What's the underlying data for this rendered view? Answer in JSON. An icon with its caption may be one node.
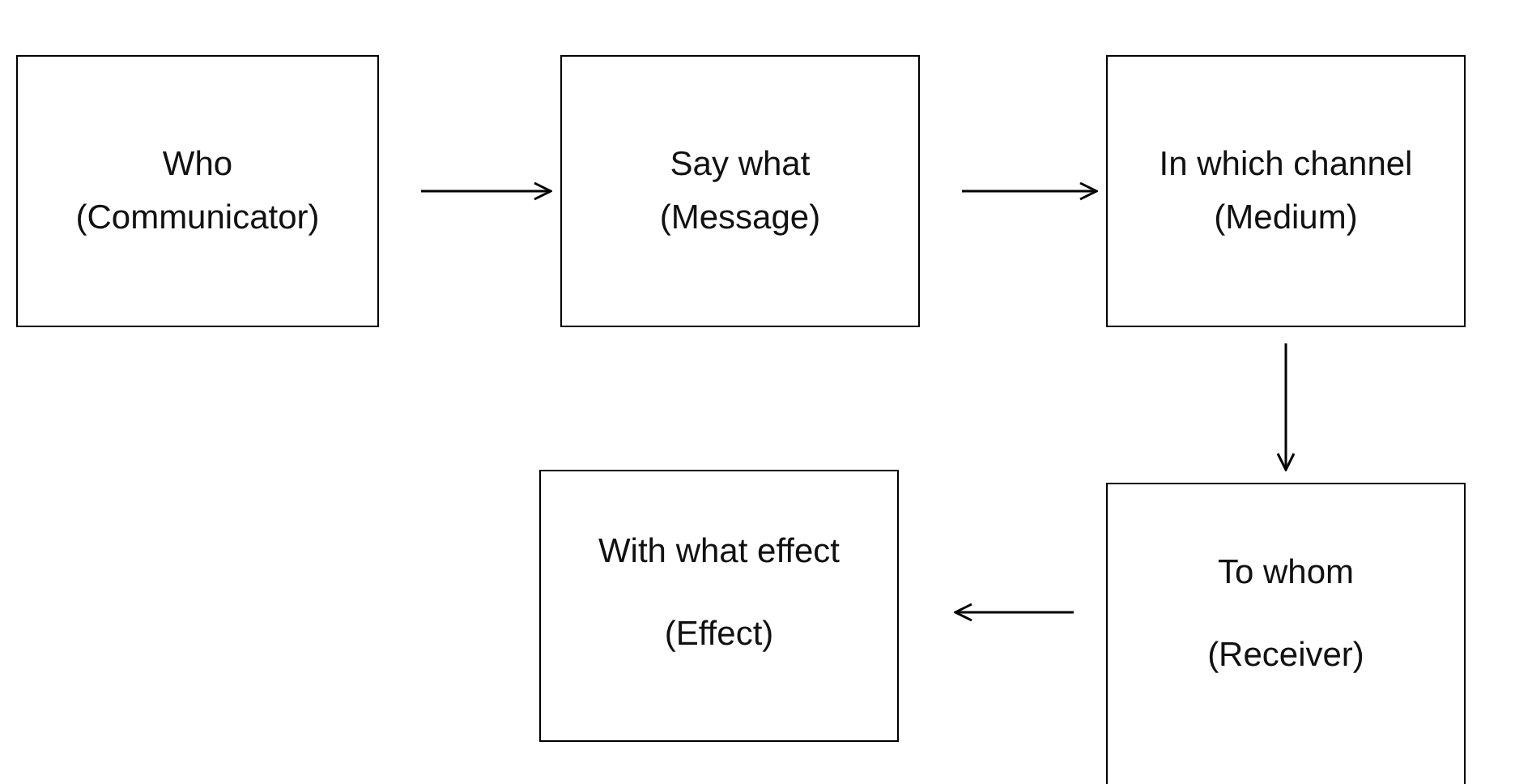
{
  "diagram": {
    "nodes": [
      {
        "text": [
          "Who",
          "(Communicator)"
        ]
      },
      {
        "text": [
          "Say what",
          "(Message)"
        ]
      },
      {
        "text": [
          "In which channel",
          "(Medium)"
        ]
      },
      {
        "text": [
          "With what effect",
          "(Effect)"
        ]
      },
      {
        "text": [
          "To whom",
          "(Receiver)"
        ]
      }
    ],
    "edges": [
      {
        "from": 0,
        "to": 1,
        "arrow": "to"
      },
      {
        "from": 1,
        "to": 2,
        "arrow": "to"
      },
      {
        "from": 2,
        "to": 4,
        "arrow": "to"
      },
      {
        "from": 4,
        "to": 3,
        "arrow": "to"
      }
    ]
  }
}
